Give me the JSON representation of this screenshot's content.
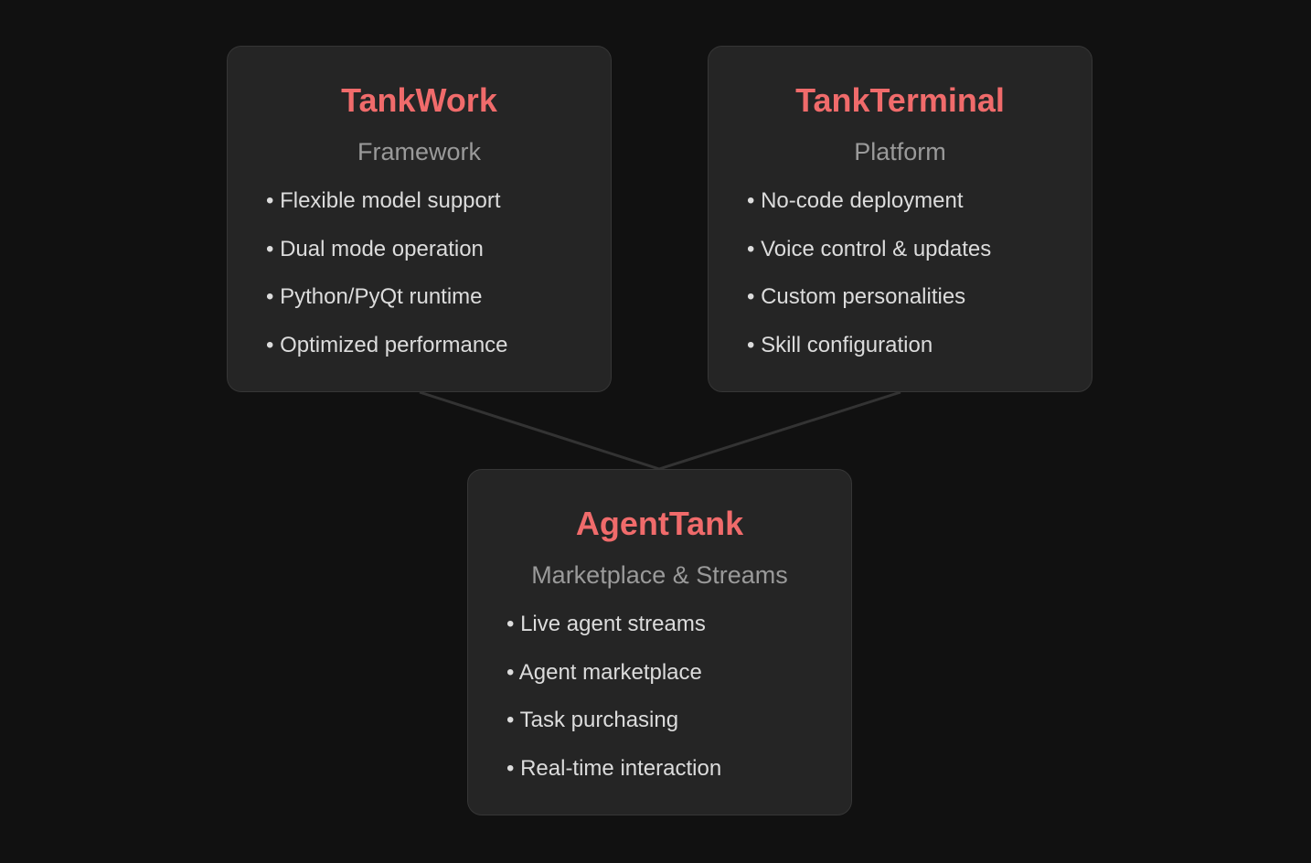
{
  "boxes": [
    {
      "title": "TankWork",
      "subtitle": "Framework",
      "items": [
        "Flexible model support",
        "Dual mode operation",
        "Python/PyQt runtime",
        "Optimized performance"
      ]
    },
    {
      "title": "TankTerminal",
      "subtitle": "Platform",
      "items": [
        "No-code deployment",
        "Voice control & updates",
        "Custom personalities",
        "Skill configuration"
      ]
    },
    {
      "title": "AgentTank",
      "subtitle": "Marketplace & Streams",
      "items": [
        "Live agent streams",
        "Agent marketplace",
        "Task purchasing",
        "Real-time interaction"
      ]
    }
  ],
  "colors": {
    "background": "#111111",
    "box": "#252525",
    "title": "#f06b6b",
    "subtitle": "#9a9a9a",
    "text": "#dcdcdc",
    "connector": "#333333"
  }
}
